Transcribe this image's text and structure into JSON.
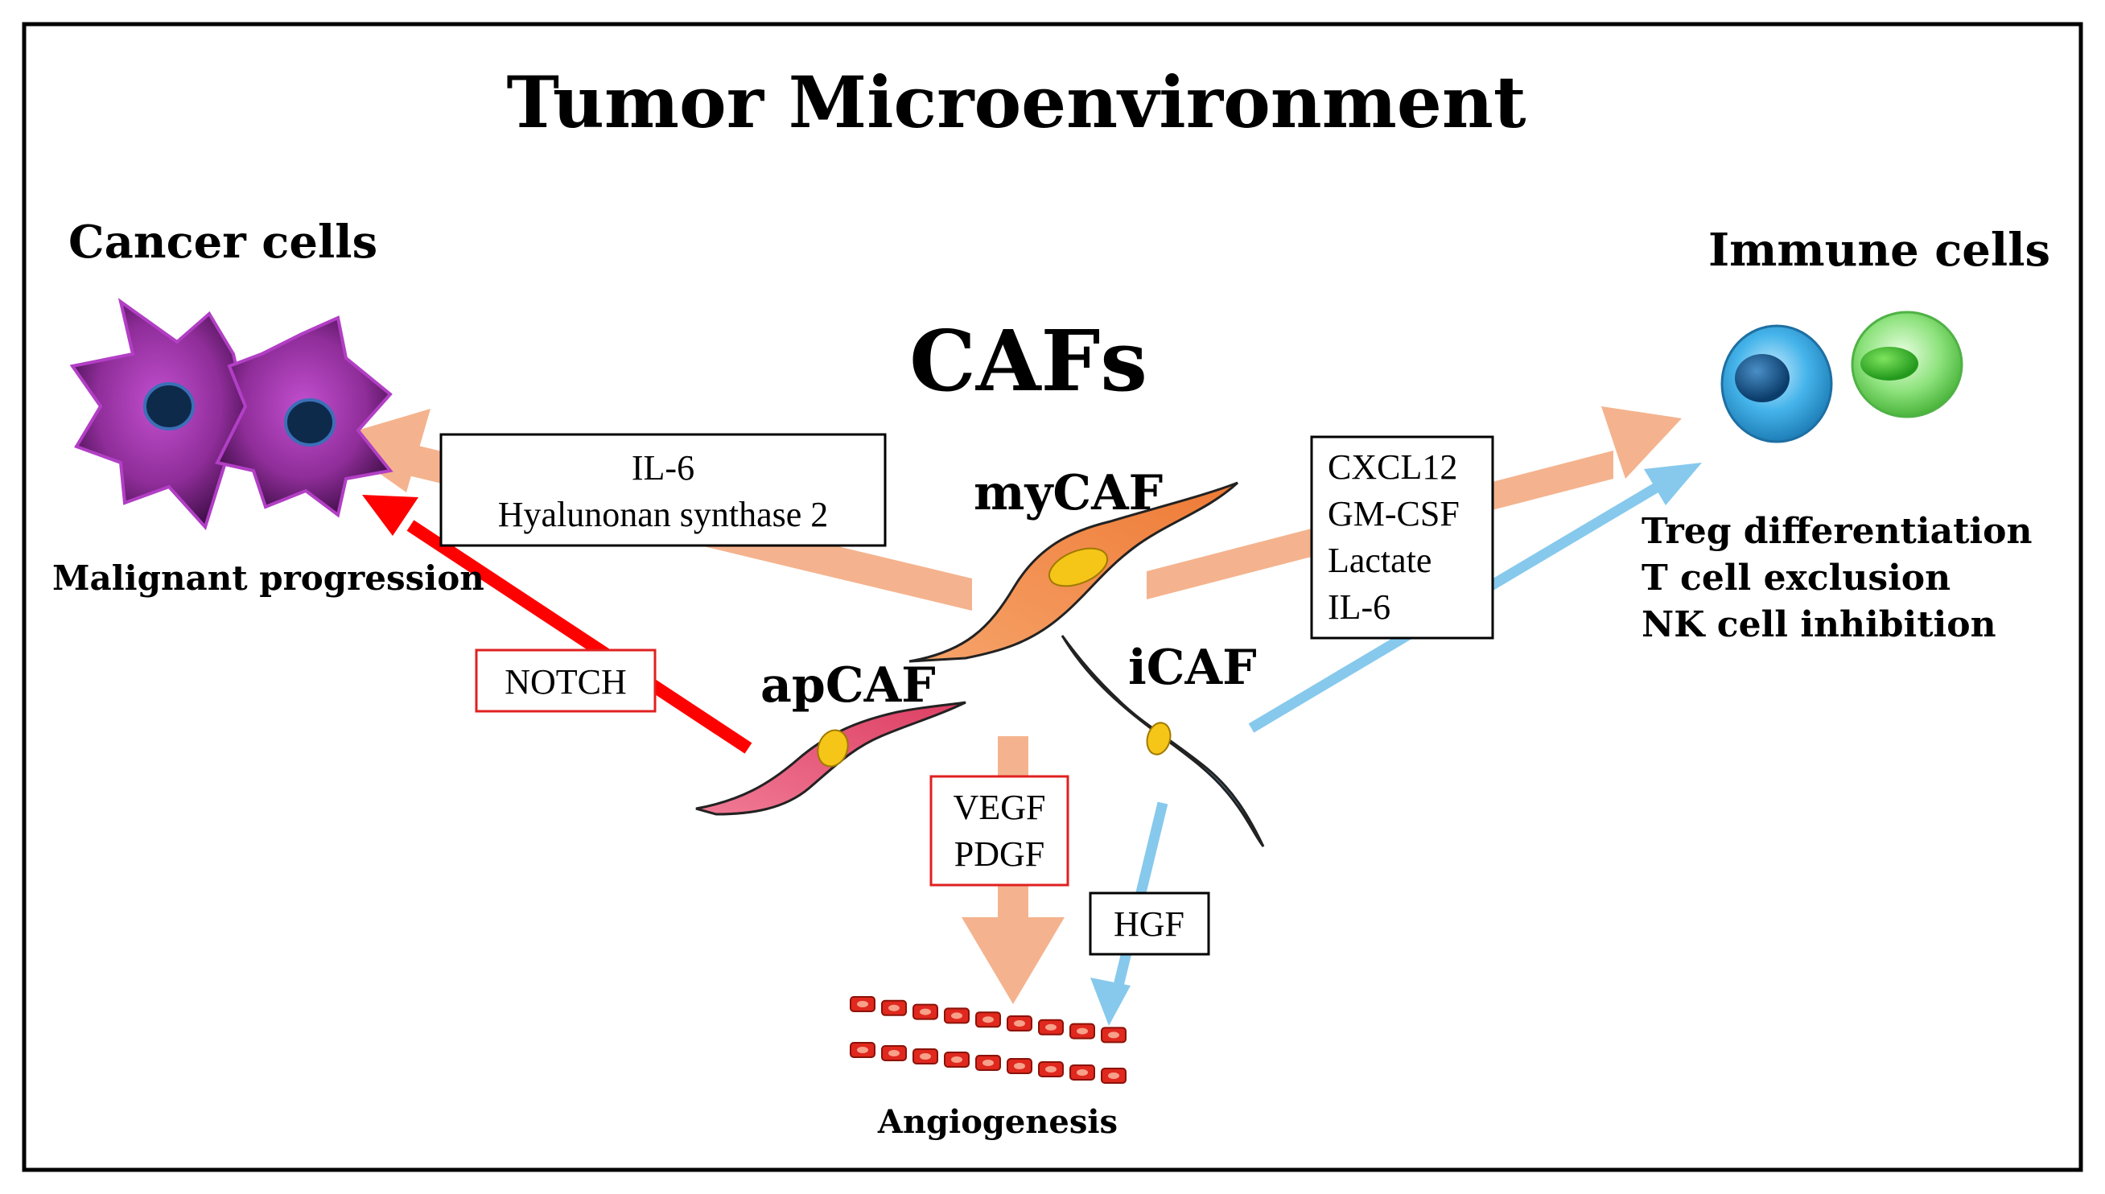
{
  "title": "Tumor Microenvironment",
  "center_label": "CAFs",
  "groups": {
    "cancer_cells": "Cancer cells",
    "immune_cells": "Immune cells",
    "angiogenesis": "Angiogenesis"
  },
  "outcomes": {
    "malignant_progression": "Malignant progression",
    "immune_effects": [
      "Treg differentiation",
      "T cell exclusion",
      "NK cell inhibition"
    ]
  },
  "caf_subtypes": {
    "mycaf": "myCAF",
    "apcaf": "apCAF",
    "icaf": "iCAF"
  },
  "factor_boxes": {
    "mycaf_to_cancer": [
      "IL-6",
      "Hyalunonan synthase 2"
    ],
    "apcaf_to_cancer": [
      "NOTCH"
    ],
    "mycaf_to_immune": [
      "CXCL12",
      "GM-CSF",
      "Lactate",
      "IL-6"
    ],
    "mycaf_to_vessel": [
      "VEGF",
      "PDGF"
    ],
    "icaf_to_vessel": [
      "HGF"
    ]
  },
  "colors": {
    "frame": "#000000",
    "mycaf_arrow": "#f4b38e",
    "apcaf_arrow": "#ff0000",
    "icaf_arrow": "#86c9ec",
    "red_box_border": "#e02020",
    "mycaf_cell": "#f08a4b",
    "apcaf_cell": "#e95a78",
    "icaf_cell": "#3b8ec6",
    "cancer_cell": "#8a2a96",
    "immune_cell_blue": "#2fa6df",
    "immune_cell_green": "#5fcf50",
    "vessel": "#e0281e"
  }
}
